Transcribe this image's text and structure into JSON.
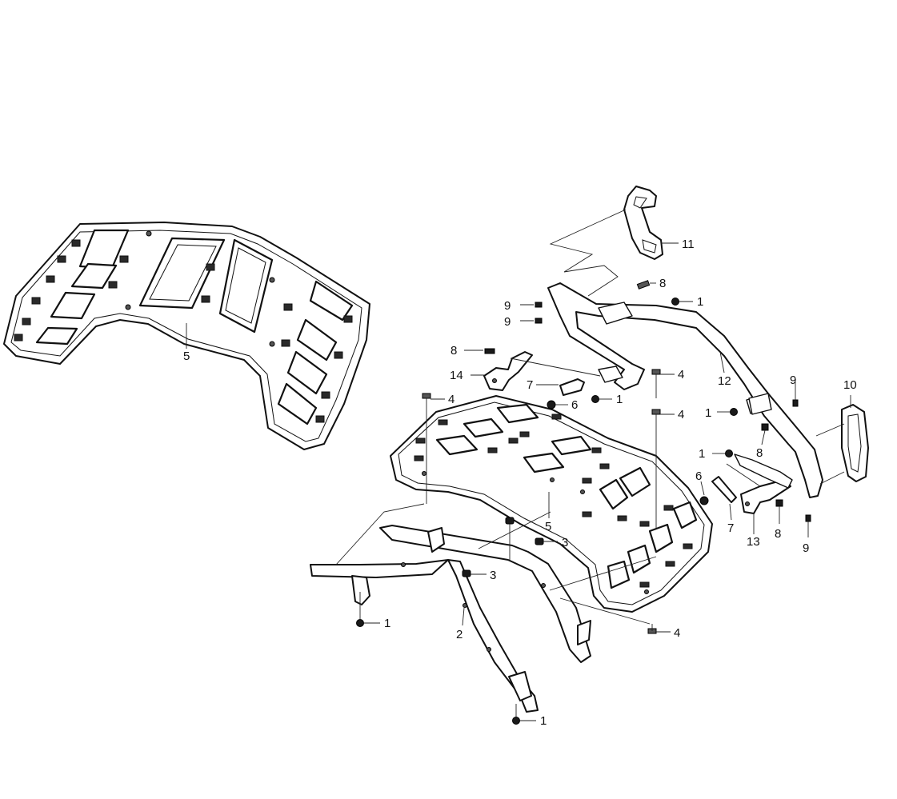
{
  "diagram": {
    "callouts": [
      {
        "id": "c11",
        "text": "11"
      },
      {
        "id": "c8a",
        "text": "8"
      },
      {
        "id": "c9a",
        "text": "9"
      },
      {
        "id": "c9b",
        "text": "9"
      },
      {
        "id": "c1a",
        "text": "1"
      },
      {
        "id": "c8b",
        "text": "8"
      },
      {
        "id": "c14",
        "text": "14"
      },
      {
        "id": "c7a",
        "text": "7"
      },
      {
        "id": "c1b",
        "text": "1"
      },
      {
        "id": "c4a",
        "text": "4"
      },
      {
        "id": "c12",
        "text": "12"
      },
      {
        "id": "c4b",
        "text": "4"
      },
      {
        "id": "c6a",
        "text": "6"
      },
      {
        "id": "c4c",
        "text": "4"
      },
      {
        "id": "c9c",
        "text": "9"
      },
      {
        "id": "c10",
        "text": "10"
      },
      {
        "id": "c1c",
        "text": "1"
      },
      {
        "id": "c8c",
        "text": "8"
      },
      {
        "id": "c1d",
        "text": "1"
      },
      {
        "id": "c5a",
        "text": "5"
      },
      {
        "id": "c6b",
        "text": "6"
      },
      {
        "id": "c7b",
        "text": "7"
      },
      {
        "id": "c13",
        "text": "13"
      },
      {
        "id": "c8d",
        "text": "8"
      },
      {
        "id": "c9d",
        "text": "9"
      },
      {
        "id": "c5b",
        "text": "5"
      },
      {
        "id": "c3a",
        "text": "3"
      },
      {
        "id": "c3b",
        "text": "3"
      },
      {
        "id": "c1e",
        "text": "1"
      },
      {
        "id": "c2",
        "text": "2"
      },
      {
        "id": "c4d",
        "text": "4"
      },
      {
        "id": "c1f",
        "text": "1"
      }
    ]
  }
}
